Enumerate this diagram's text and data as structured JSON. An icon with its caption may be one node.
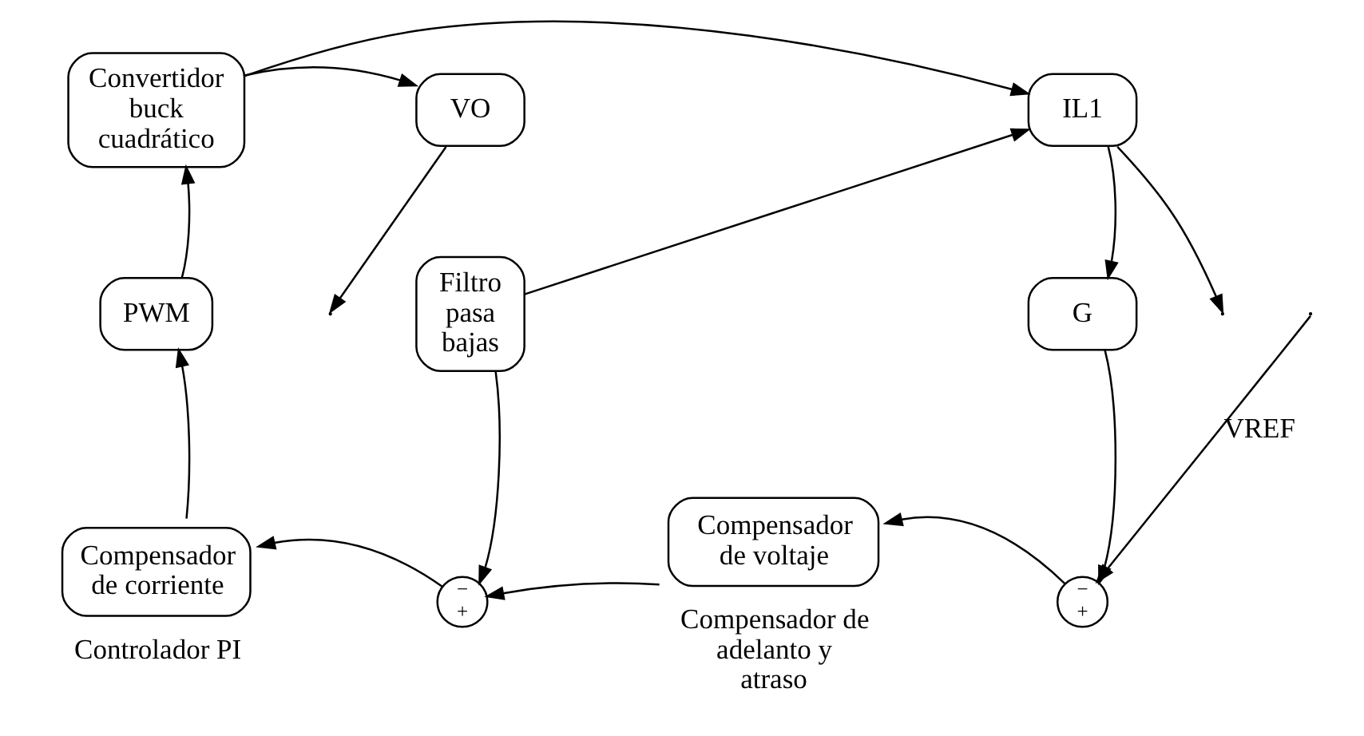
{
  "diagram": {
    "nodes": [
      {
        "text": [
          "Convertidor buck cuadrático"
        ]
      },
      {
        "text": [
          "VO"
        ]
      },
      {
        "text": [
          "IL1"
        ]
      },
      {
        "text": [
          "PWM"
        ]
      },
      {
        "text": [
          "Filtro pasa bajas"
        ]
      },
      {
        "text": [
          "G"
        ]
      },
      {
        "text": [
          "Compensador de corriente"
        ],
        "beside": [
          "Controlador PI"
        ]
      },
      {
        "text": [
          "−",
          "+"
        ]
      },
      {
        "text": [
          "Compensador de voltaje"
        ],
        "beside": [
          "Compensador de adelanto y atraso"
        ]
      },
      {
        "text": [
          "−",
          "+"
        ]
      }
    ],
    "edges": [
      {
        "from": 0,
        "to": 1,
        "arrow": "to"
      },
      {
        "from": 0,
        "to": 2,
        "arrow": "to"
      },
      {
        "from": 1,
        "to": null,
        "arrow": "to"
      },
      {
        "from": 2,
        "to": null,
        "arrow": "to"
      },
      {
        "from": 2,
        "to": 5,
        "arrow": "to"
      },
      {
        "from": 3,
        "to": 0,
        "arrow": "to"
      },
      {
        "from": 4,
        "to": 2,
        "arrow": "to"
      },
      {
        "from": 4,
        "to": 7,
        "arrow": "to"
      },
      {
        "from": 5,
        "to": 9,
        "arrow": "to"
      },
      {
        "from": 6,
        "to": 3,
        "arrow": "to"
      },
      {
        "from": 7,
        "to": 6,
        "arrow": "to"
      },
      {
        "from": 8,
        "to": 7,
        "arrow": "to"
      },
      {
        "from": 9,
        "to": 8,
        "arrow": "to"
      },
      {
        "from": null,
        "to": 9,
        "arrow": "to",
        "label": "VREF"
      }
    ]
  }
}
